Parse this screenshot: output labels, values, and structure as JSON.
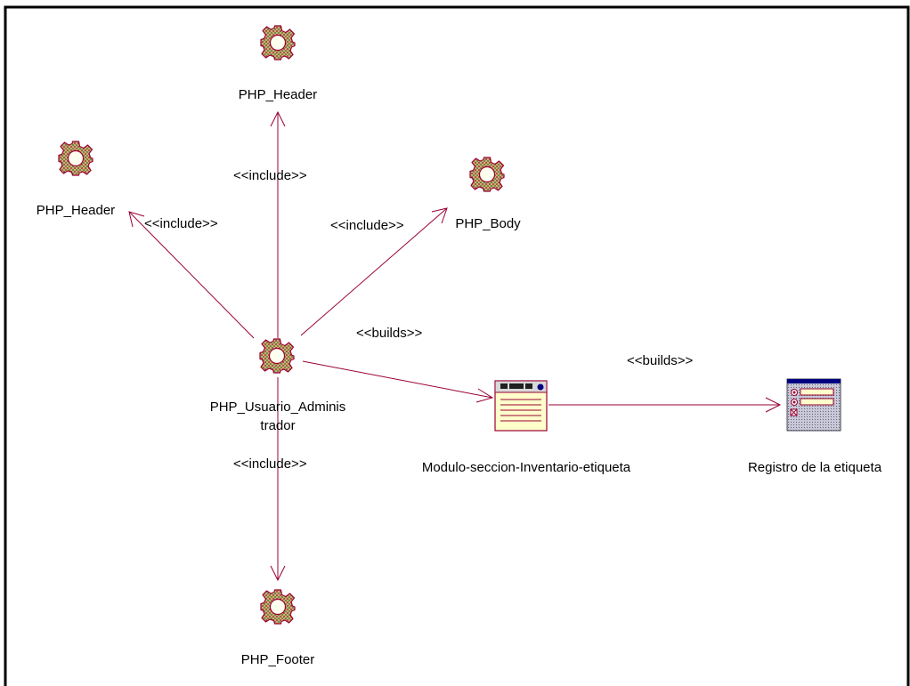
{
  "nodes": {
    "header_top": {
      "label": "PHP_Header",
      "kind": "server-page"
    },
    "header_left": {
      "label": "PHP_Header",
      "kind": "server-page"
    },
    "body": {
      "label": "PHP_Body",
      "kind": "server-page"
    },
    "admin": {
      "label_line1": "PHP_Usuario_Adminis",
      "label_line2": "trador",
      "kind": "server-page"
    },
    "footer": {
      "label": "PHP_Footer",
      "kind": "server-page"
    },
    "modulo": {
      "label": "Modulo-seccion-Inventario-etiqueta",
      "kind": "client-page"
    },
    "registro": {
      "label": "Registro de la etiqueta",
      "kind": "html-form"
    }
  },
  "edges": {
    "to_header_top": {
      "label": "<<include>>"
    },
    "to_header_left": {
      "label": "<<include>>"
    },
    "to_body": {
      "label": "<<include>>"
    },
    "to_footer": {
      "label": "<<include>>"
    },
    "to_modulo": {
      "label": "<<builds>>"
    },
    "to_registro": {
      "label": "<<builds>>"
    }
  },
  "colors": {
    "edge": "#990033",
    "gear_fill": "#c5a85d",
    "gear_stroke": "#990033",
    "page_fill": "#ffffcc",
    "form_fill": "#b4b4c8",
    "form_title": "#000080"
  },
  "icons": [
    "gear-icon",
    "client-page-icon",
    "html-form-icon"
  ]
}
